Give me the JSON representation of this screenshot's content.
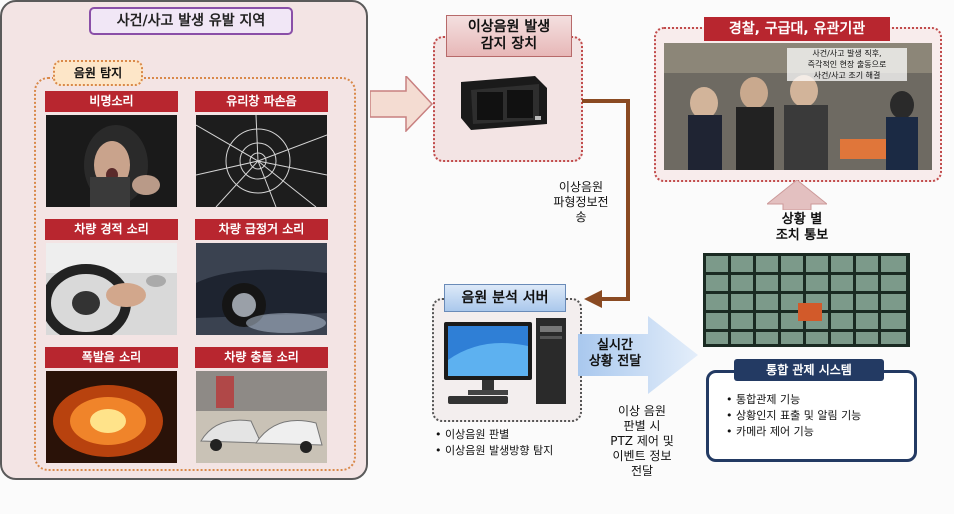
{
  "incident_area": {
    "title": "사건/사고 발생 유발 지역",
    "sound_detection_title": "음원 탐지",
    "sounds": [
      {
        "label": "비명소리"
      },
      {
        "label": "유리창 파손음"
      },
      {
        "label": "차량 경적 소리"
      },
      {
        "label": "차량 급정거 소리"
      },
      {
        "label": "폭발음 소리"
      },
      {
        "label": "차량 충돌 소리"
      }
    ]
  },
  "detector": {
    "title": "이상음원 발생\n감지 장치"
  },
  "transmit_label": "이상음원\n파형정보전\n송",
  "server": {
    "title": "음원 분석 서버",
    "bullets": [
      "이상음원 판별",
      "이상음원 발생방향 탐지"
    ]
  },
  "realtime_label": "실시간\n상황 전달",
  "ptz_label": "이상 음원\n판별 시\nPTZ 제어 및\n이벤트 정보\n전달",
  "agency": {
    "title": "경찰, 구급대, 유관기관",
    "caption": "사건/사고 발생 직후,\n즉각적인 현장 출동으로\n사건/사고 조기 해결"
  },
  "notify_label": "상황 별\n조치 통보",
  "control": {
    "title": "통합 관제 시스템",
    "bullets": [
      "통합관제 기능",
      "상황인지 표출 및 알림 기능",
      "카메라 제어 기능"
    ]
  }
}
